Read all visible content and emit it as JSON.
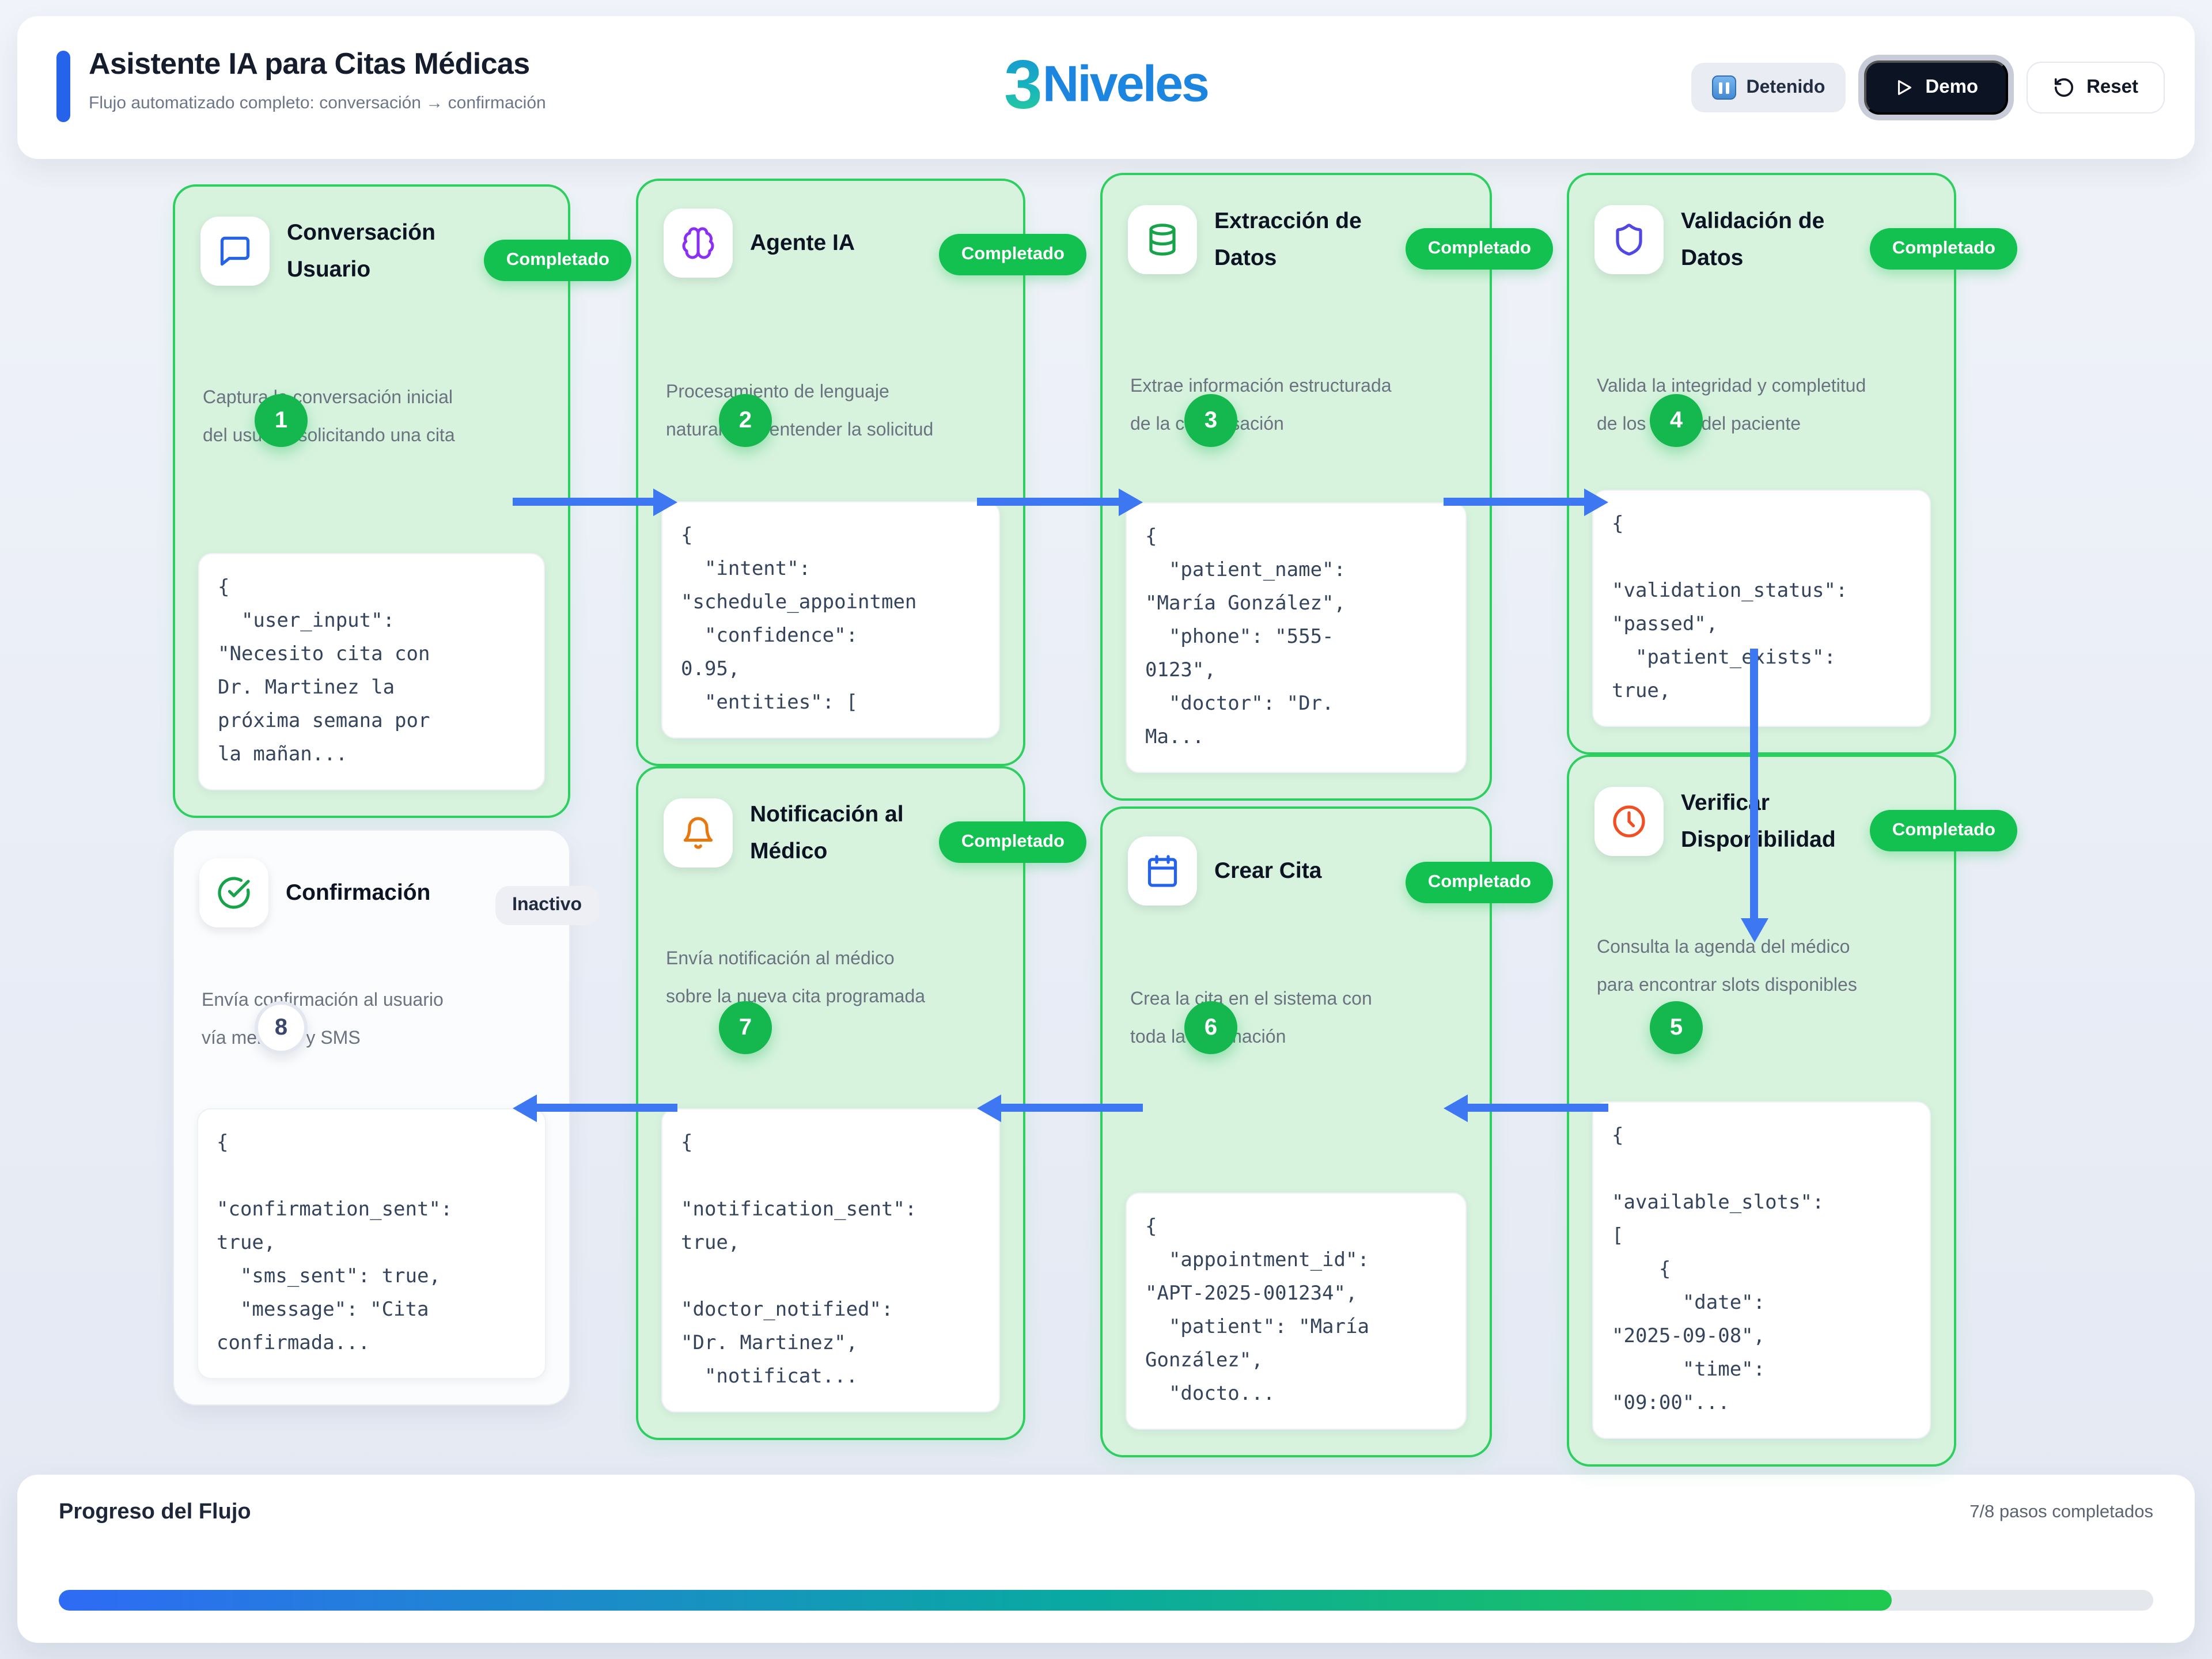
{
  "header": {
    "title": "Asistente IA para Citas Médicas",
    "subtitle": "Flujo automatizado completo: conversación → confirmación",
    "logo": {
      "digit": "3",
      "text": "Niveles"
    },
    "buttons": {
      "status": "Detenido",
      "demo": "Demo",
      "reset": "Reset"
    }
  },
  "colors": {
    "accent_blue": "#2563eb",
    "arrow_blue": "#3d78f2",
    "completed_green": "#12c150",
    "card_green_bg": "#d7f3de",
    "card_green_border": "#2ecf60",
    "progress_gradient": [
      "#2e6bf5",
      "#0aa9a2",
      "#1fc94f"
    ]
  },
  "steps": [
    {
      "number": "1",
      "title": "Conversación Usuario",
      "status": "Completado",
      "icon": "chat-icon",
      "description": "Captura la conversación inicial del usuario solicitando una cita",
      "code": "{\n  \"user_input\":\n\"Necesito cita con\nDr. Martinez la\npróxima semana por\nla mañan..."
    },
    {
      "number": "2",
      "title": "Agente IA",
      "status": "Completado",
      "icon": "brain-icon",
      "description": "Procesamiento de lenguaje natural para entender la solicitud",
      "code": "{\n  \"intent\":\n\"schedule_appointmen\n  \"confidence\":\n0.95,\n  \"entities\": ["
    },
    {
      "number": "3",
      "title": "Extracción de Datos",
      "status": "Completado",
      "icon": "database-icon",
      "description": "Extrae información estructurada de la conversación",
      "code": "{\n  \"patient_name\":\n\"María González\",\n  \"phone\": \"555-\n0123\",\n  \"doctor\": \"Dr.\nMa..."
    },
    {
      "number": "4",
      "title": "Validación de Datos",
      "status": "Completado",
      "icon": "shield-icon",
      "description": "Valida la integridad y completitud de los datos del paciente",
      "code": "{\n\n\"validation_status\":\n\"passed\",\n  \"patient_exists\":\ntrue,"
    },
    {
      "number": "5",
      "title": "Verificar Disponibilidad",
      "status": "Completado",
      "icon": "clock-icon",
      "description": "Consulta la agenda del médico para encontrar slots disponibles",
      "code": "{\n\n\"available_slots\":\n[\n    {\n      \"date\":\n\"2025-09-08\",\n      \"time\":\n\"09:00\"..."
    },
    {
      "number": "6",
      "title": "Crear Cita",
      "status": "Completado",
      "icon": "calendar-icon",
      "description": "Crea la cita en el sistema con toda la información",
      "code": "{\n  \"appointment_id\":\n\"APT-2025-001234\",\n  \"patient\": \"María\nGonzález\",\n  \"docto..."
    },
    {
      "number": "7",
      "title": "Notificación al Médico",
      "status": "Completado",
      "icon": "bell-icon",
      "description": "Envía notificación al médico sobre la nueva cita programada",
      "code": "{\n\n\"notification_sent\":\ntrue,\n\n\"doctor_notified\":\n\"Dr. Martinez\",\n  \"notificat..."
    },
    {
      "number": "8",
      "title": "Confirmación",
      "status": "Inactivo",
      "icon": "check-circle-icon",
      "description": "Envía confirmación al usuario vía mensaje y SMS",
      "code": "{\n\n\"confirmation_sent\":\ntrue,\n  \"sms_sent\": true,\n  \"message\": \"Cita\nconfirmada..."
    }
  ],
  "progress": {
    "title": "Progreso del Flujo",
    "status_text": "7/8 pasos completados",
    "percent": 87.5
  }
}
